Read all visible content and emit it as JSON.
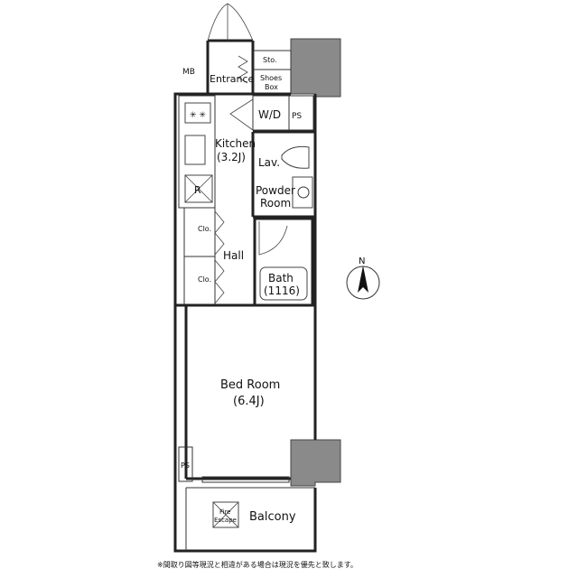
{
  "rooms": {
    "mb": "MB",
    "entrance": "Entrance",
    "sto": "Sto.",
    "shoes_line1": "Shoes",
    "shoes_line2": "Box",
    "wd": "W/D",
    "ps_top": "PS",
    "kitchen_line1": "Kitchen",
    "kitchen_line2": "(3.2J)",
    "lav": "Lav.",
    "powder_line1": "Powder",
    "powder_line2": "Room",
    "fridge": "R",
    "clo_1": "Clo.",
    "clo_2": "Clo.",
    "hall": "Hall",
    "bath_line1": "Bath",
    "bath_line2": "(1116)",
    "bed_line1": "Bed Room",
    "bed_line2": "(6.4J)",
    "ps_bottom": "PS",
    "fire_line1": "Fire",
    "fire_line2": "Escape",
    "balcony": "Balcony"
  },
  "compass": {
    "north": "N"
  },
  "footnote": "※間取り図等現況と相違がある場合は現況を優先と致します。"
}
